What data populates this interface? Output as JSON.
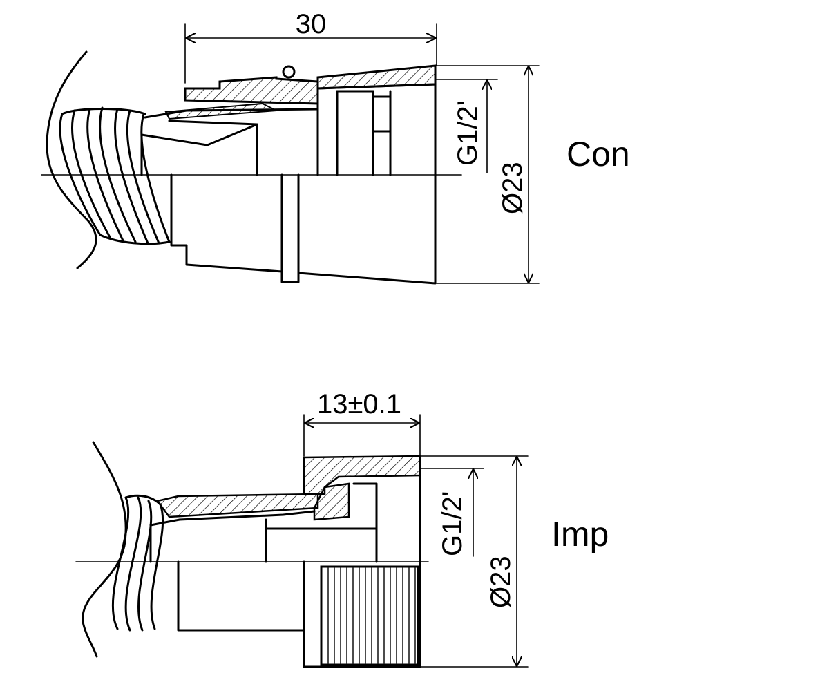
{
  "diagrams": [
    {
      "id": "con",
      "label": "Con",
      "length_dim": "30",
      "thread_dim": "G1/2'",
      "diameter_dim": "Ø23"
    },
    {
      "id": "imp",
      "label": "Imp",
      "length_dim": "13±0.1",
      "thread_dim": "G1/2'",
      "diameter_dim": "Ø23"
    }
  ],
  "colors": {
    "line": "#000000",
    "background": "#ffffff"
  }
}
